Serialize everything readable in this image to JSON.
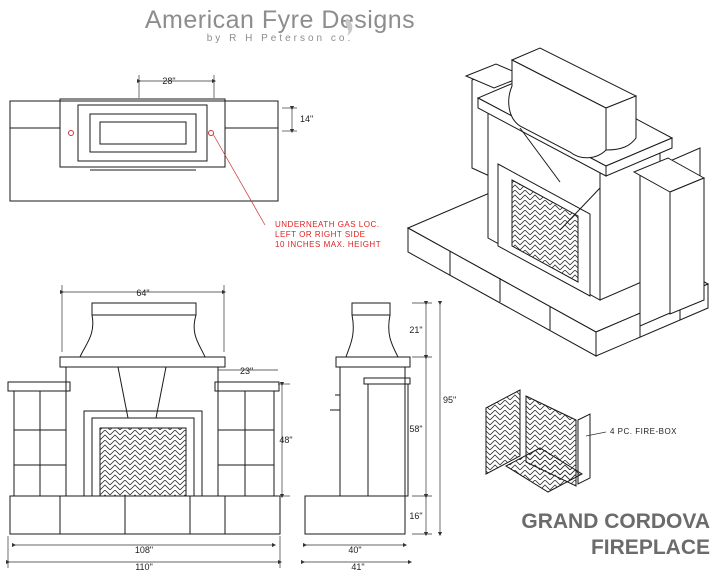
{
  "brand": {
    "name": "American Fyre Designs",
    "tagline": "by R H Peterson co."
  },
  "title": {
    "line1": "GRAND CORDOVA",
    "line2": "FIREPLACE"
  },
  "plan_view": {
    "width_dim": "28\"",
    "depth_dim": "14\"",
    "gas_note": [
      "UNDERNEATH GAS LOC.",
      "LEFT OR RIGHT SIDE",
      "10 INCHES MAX. HEIGHT"
    ]
  },
  "front_view": {
    "hood_width": "64\"",
    "side_depth": "23\"",
    "body_height": "48\"",
    "base_width": "108\"",
    "overall_width": "110\""
  },
  "side_view": {
    "hood_height": "21\"",
    "overall_height": "95\"",
    "mid_height": "58\"",
    "base_height": "16\"",
    "depth": "40\"",
    "overall_depth": "41\""
  },
  "firebox": {
    "label": "4 PC. FIRE-BOX"
  },
  "colors": {
    "line": "#1a1a1a",
    "dim_line": "#333333",
    "note": "#dd2222",
    "brand": "#8d8d8d",
    "title": "#6b6b6b"
  }
}
